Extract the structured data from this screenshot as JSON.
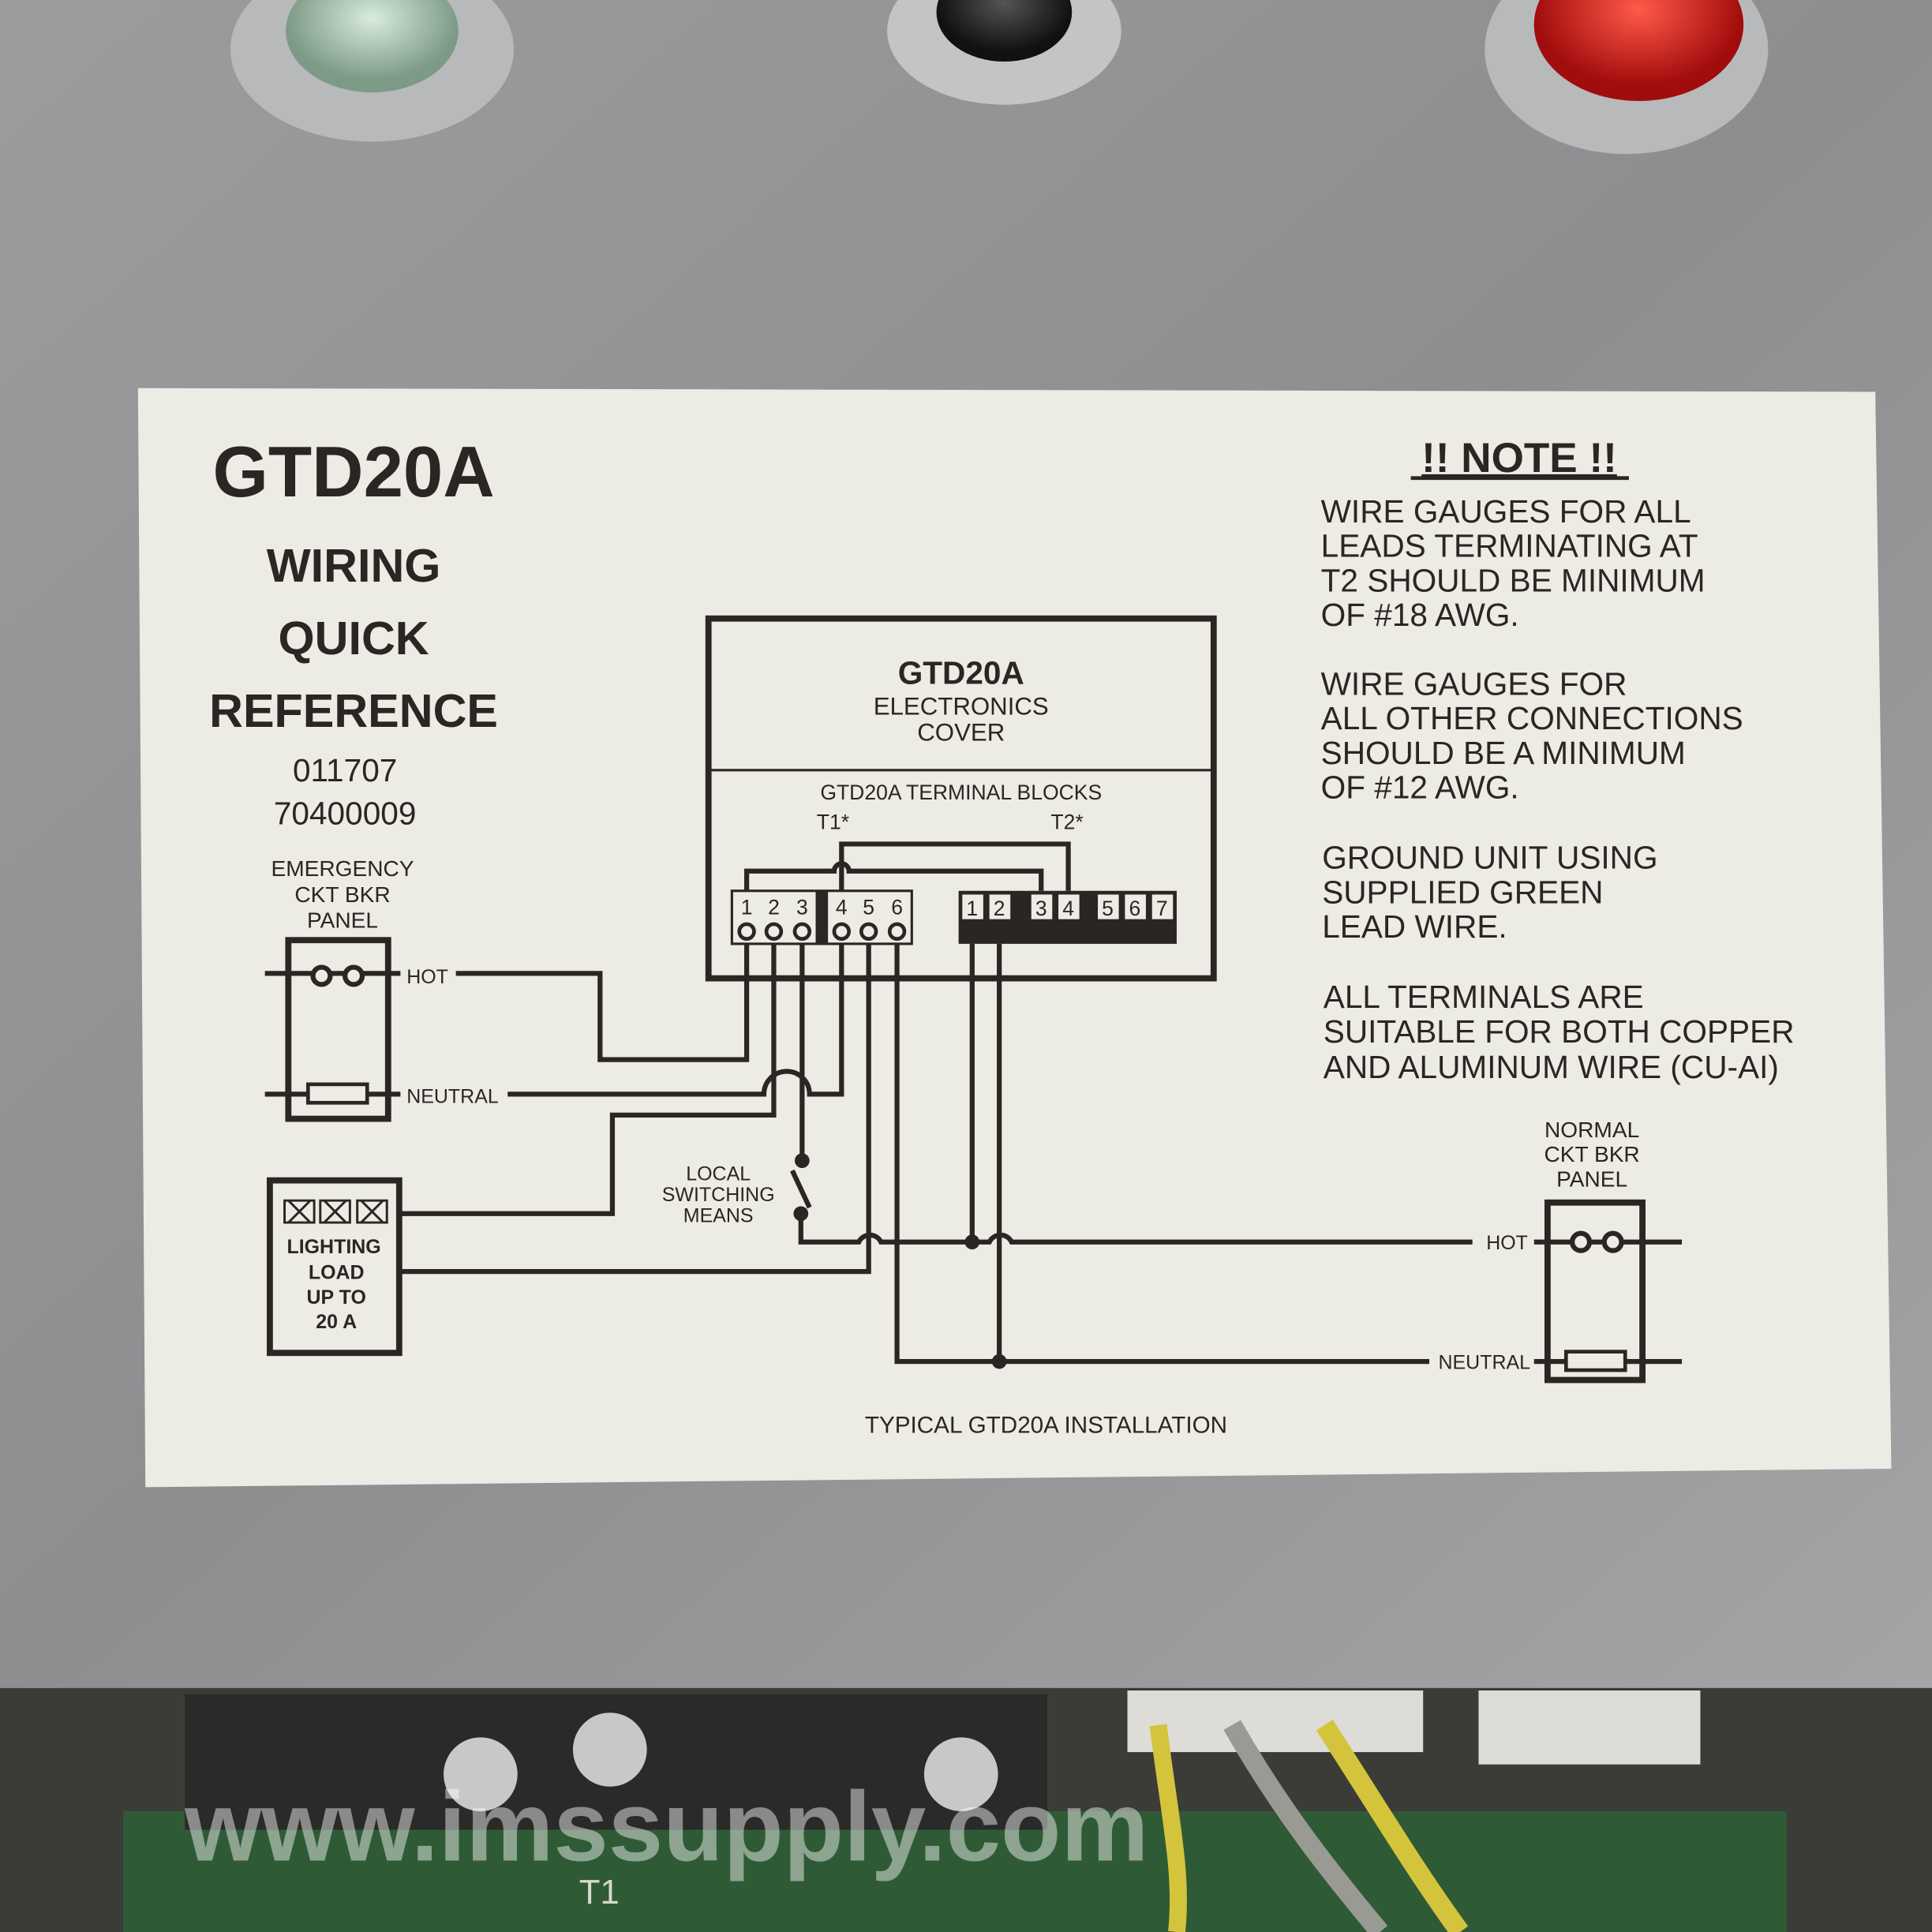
{
  "label": {
    "model": "GTD20A",
    "title_lines": [
      "WIRING",
      "QUICK",
      "REFERENCE"
    ],
    "codes": [
      "011707",
      "70400009"
    ],
    "colors": {
      "paper": "#ecebe4",
      "ink": "#2a2624",
      "metal": "#8f9193"
    }
  },
  "diagram": {
    "cover": {
      "model": "GTD20A",
      "line1": "ELECTRONICS",
      "line2": "COVER",
      "blocks_title": "GTD20A TERMINAL BLOCKS",
      "t1": "T1*",
      "t2": "T2*"
    },
    "t1_terminals": [
      "1",
      "2",
      "3",
      "4",
      "5",
      "6"
    ],
    "t2_terminals": [
      "1",
      "2",
      "3",
      "4",
      "5",
      "6",
      "7"
    ],
    "emergency_panel": {
      "lines": [
        "EMERGENCY",
        "CKT BKR",
        "PANEL"
      ],
      "hot": "HOT",
      "neutral": "NEUTRAL"
    },
    "normal_panel": {
      "lines": [
        "NORMAL",
        "CKT BKR",
        "PANEL"
      ],
      "hot": "HOT",
      "neutral": "NEUTRAL"
    },
    "lighting_load": [
      "LIGHTING",
      "LOAD",
      "UP TO",
      "20 A"
    ],
    "switch_label": [
      "LOCAL",
      "SWITCHING",
      "MEANS"
    ],
    "caption": "TYPICAL GTD20A INSTALLATION"
  },
  "note": {
    "title": "!! NOTE !!",
    "paragraphs": [
      [
        "WIRE  GAUGES FOR ALL",
        "LEADS TERMINATING AT",
        "T2 SHOULD BE MINIMUM",
        "OF #18 AWG."
      ],
      [
        "WIRE GAUGES FOR",
        "ALL OTHER CONNECTIONS",
        "SHOULD BE A MINIMUM",
        "OF #12 AWG."
      ],
      [
        "GROUND UNIT USING",
        "SUPPLIED GREEN",
        "LEAD WIRE."
      ],
      [
        "ALL TERMINALS ARE",
        "SUITABLE FOR BOTH COPPER",
        "AND ALUMINUM WIRE (CU-AI)"
      ]
    ]
  },
  "pcb": {
    "marking": "T1"
  },
  "watermark": "www.imssupply.com"
}
